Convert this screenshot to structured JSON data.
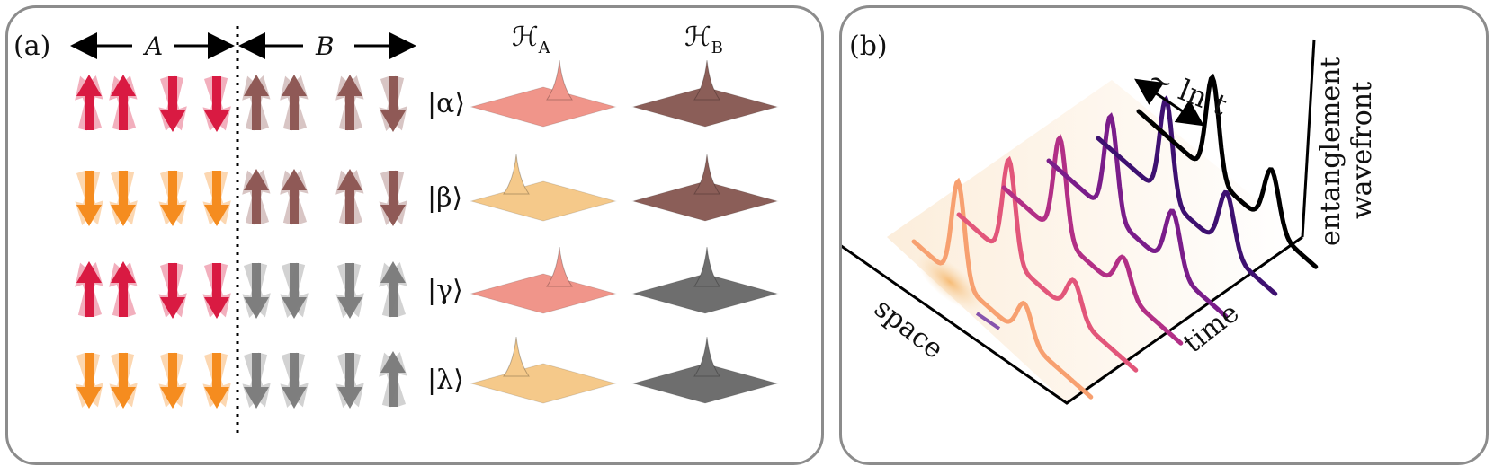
{
  "panel_a": {
    "label": "(a)",
    "region_A": "A",
    "region_B": "B",
    "hilbert_A": "ℋ",
    "hilbert_A_sub": "A",
    "hilbert_B": "ℋ",
    "hilbert_B_sub": "B",
    "states": [
      {
        "ket": "|α⟩",
        "colors": {
          "a": "#d91b42",
          "b": "#8f5a56",
          "surfA": "#f0958a",
          "surfB": "#8b5e58"
        }
      },
      {
        "ket": "|β⟩",
        "colors": {
          "a": "#f58c1f",
          "b": "#8f5a56",
          "surfA": "#f5c98a",
          "surfB": "#8b5e58"
        }
      },
      {
        "ket": "|γ⟩",
        "colors": {
          "a": "#d91b42",
          "b": "#7f7f7f",
          "surfA": "#f0958a",
          "surfB": "#6e6e6e"
        }
      },
      {
        "ket": "|λ⟩",
        "colors": {
          "a": "#f58c1f",
          "b": "#7f7f7f",
          "surfA": "#f5c98a",
          "surfB": "#6e6e6e"
        }
      }
    ]
  },
  "panel_b": {
    "label": "(b)",
    "scaling": "∼ ln t",
    "axis_space": "space",
    "axis_time": "time",
    "axis_vertical_line1": "entanglement",
    "axis_vertical_line2": "wavefront",
    "curve_colors": [
      "#f7a070",
      "#e2567a",
      "#b22f86",
      "#7a1d8a",
      "#3e1171",
      "#000000"
    ]
  }
}
